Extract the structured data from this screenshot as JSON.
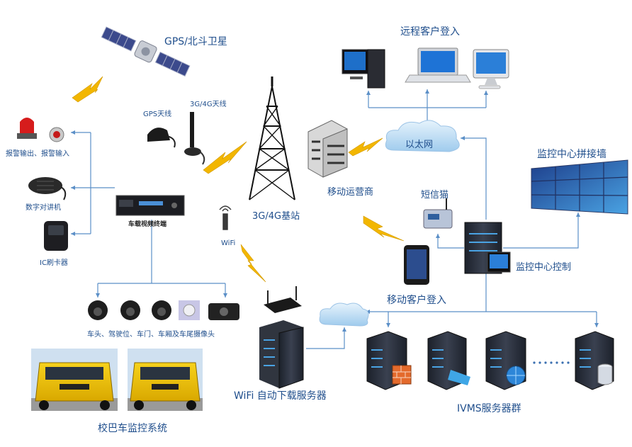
{
  "labels": {
    "satellite": "GPS/北斗卫星",
    "remote_login": "远程客户登入",
    "ethernet": "以太网",
    "video_wall": "监控中心拼接墙",
    "gps_antenna": "GPS天线",
    "antenna_3g4g": "3G/4G天线",
    "alarm": "报警输出、报警输入",
    "intercom": "数字对讲机",
    "ic_card": "IC刷卡器",
    "terminal": "车载视频终端",
    "tower": "3G/4G基站",
    "operator": "移动运营商",
    "sms_cat": "短信猫",
    "monitor_control": "监控中心控制",
    "wifi": "WiFi",
    "mobile_login": "移动客户登入",
    "cameras": "车头、驾驶位、车门、车厢及车尾摄像头",
    "wifi_server": "WiFi 自动下载服务器",
    "ivms": "IVMS服务器群",
    "school_bus": "校巴车监控系统"
  },
  "colors": {
    "connector": "#5b8fc7",
    "label": "#1f4e8c",
    "lightning": "#f2b600",
    "server": "#2a2f3a"
  }
}
